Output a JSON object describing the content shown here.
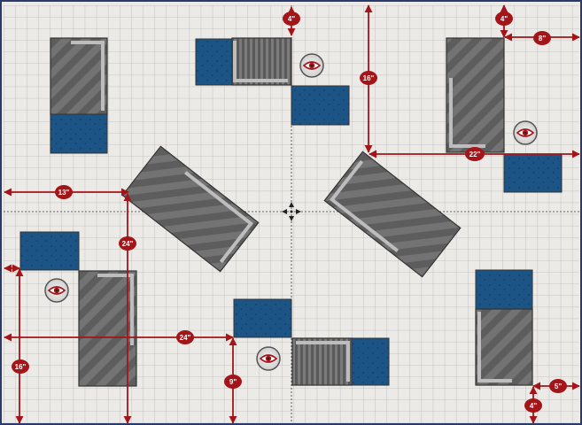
{
  "map": {
    "background": "#ecebe8",
    "grid_color": "#b9b9b6",
    "centre_line_color": "#333333",
    "measure_color": "#a31518",
    "building_fill": "#5e5e5e",
    "building_stripe": "#737373",
    "trim_color": "#bdbdbd",
    "water_fill": "#1d5486"
  },
  "measurements": [
    "4\"",
    "16\"",
    "4\"",
    "8\"",
    "22\"",
    "13\"",
    "24\"",
    "24\"",
    "16\"",
    "9\"",
    "5\"",
    "4\""
  ],
  "objective_icon": "eye-icon",
  "centre_icon": "crosshair-icon"
}
